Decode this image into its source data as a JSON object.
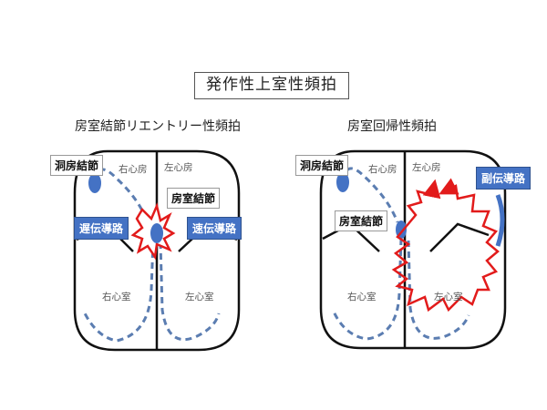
{
  "title": "発作性上室性頻拍",
  "colors": {
    "heart_outline": "#111111",
    "pathway_dash": "#5b7db1",
    "node_fill": "#4472c4",
    "spark": "#e21b1b",
    "badge_fill": "#4472c4"
  },
  "left_diagram": {
    "title": "房室結節リエントリー性頻拍",
    "chambers": {
      "right_atrium": "右心房",
      "left_atrium": "左心房",
      "right_ventricle": "右心室",
      "left_ventricle": "左心室"
    },
    "labels": {
      "sinus_node": "洞房結節",
      "av_node": "房室結節"
    },
    "badges": {
      "slow_pathway": "遅伝導路",
      "fast_pathway": "速伝導路"
    }
  },
  "right_diagram": {
    "title": "房室回帰性頻拍",
    "chambers": {
      "right_atrium": "右心房",
      "left_atrium": "左心房",
      "right_ventricle": "右心室",
      "left_ventricle": "左心室"
    },
    "labels": {
      "sinus_node": "洞房結節",
      "av_node": "房室結節"
    },
    "badges": {
      "accessory_pathway": "副伝導路"
    }
  }
}
